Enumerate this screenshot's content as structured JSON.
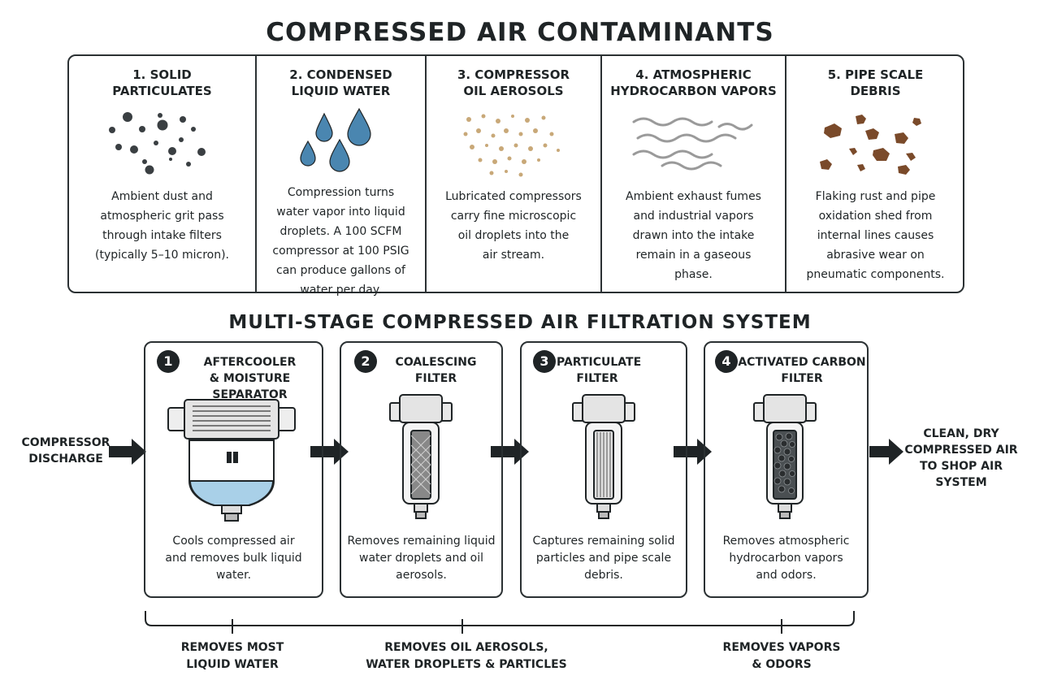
{
  "main_title": "COMPRESSED AIR CONTAMINANTS",
  "contaminants": [
    {
      "title_line1": "1. SOLID",
      "title_line2": "PARTICULATES",
      "icon": "dust-particles-icon",
      "lines": [
        "Ambient dust and",
        "atmospheric grit pass",
        "through intake filters",
        "(typically 5–10 micron)."
      ]
    },
    {
      "title_line1": "2. CONDENSED",
      "title_line2": "LIQUID WATER",
      "icon": "water-droplets-icon",
      "lines": [
        "Compression turns",
        "water vapor into liquid",
        "droplets. A 100 SCFM",
        "compressor at 100 PSIG",
        "can produce gallons of",
        "water per day."
      ]
    },
    {
      "title_line1": "3. COMPRESSOR",
      "title_line2": "OIL AEROSOLS",
      "icon": "oil-aerosol-icon",
      "lines": [
        "Lubricated compressors",
        "carry fine microscopic",
        "oil droplets into the",
        "air stream."
      ]
    },
    {
      "title_line1": "4. ATMOSPHERIC",
      "title_line2": "HYDROCARBON VAPORS",
      "icon": "vapor-waves-icon",
      "lines": [
        "Ambient exhaust fumes",
        "and industrial vapors",
        "drawn into the intake",
        "remain in a gaseous",
        "phase."
      ]
    },
    {
      "title_line1": "5. PIPE SCALE",
      "title_line2": "DEBRIS",
      "icon": "rust-flakes-icon",
      "lines": [
        "Flaking rust and pipe",
        "oxidation shed from",
        "internal lines causes",
        "abrasive wear on",
        "pneumatic components."
      ]
    }
  ],
  "system_title": "MULTI-STAGE COMPRESSED AIR FILTRATION SYSTEM",
  "input_label": {
    "line1": "COMPRESSOR",
    "line2": "DISCHARGE"
  },
  "output_label": {
    "line1": "CLEAN, DRY",
    "line2": "COMPRESSED AIR",
    "line3": "TO SHOP AIR",
    "line4": "SYSTEM"
  },
  "stages": [
    {
      "number": "1",
      "name_line1": "AFTERCOOLER",
      "name_line2": "& MOISTURE SEPARATOR",
      "icon": "aftercooler-separator-icon",
      "lines": [
        "Cools compressed air",
        "and removes bulk liquid",
        "water."
      ]
    },
    {
      "number": "2",
      "name_line1": "COALESCING",
      "name_line2": "FILTER",
      "icon": "coalescing-filter-icon",
      "lines": [
        "Removes remaining liquid",
        "water droplets and oil",
        "aerosols."
      ]
    },
    {
      "number": "3",
      "name_line1": "PARTICULATE",
      "name_line2": "FILTER",
      "icon": "particulate-filter-icon",
      "lines": [
        "Captures remaining solid",
        "particles and pipe scale",
        "debris."
      ]
    },
    {
      "number": "4",
      "name_line1": "ACTIVATED CARBON",
      "name_line2": "FILTER",
      "icon": "carbon-filter-icon",
      "lines": [
        "Removes atmospheric",
        "hydrocarbon vapors",
        "and odors."
      ]
    }
  ],
  "bottom_labels": [
    {
      "line1": "REMOVES MOST",
      "line2": "LIQUID WATER"
    },
    {
      "line1": "REMOVES OIL AEROSOLS,",
      "line2": "WATER DROPLETS & PARTICLES"
    },
    {
      "line1": "REMOVES VAPORS",
      "line2": "& ODORS"
    }
  ],
  "colors": {
    "ink": "#1f2426",
    "water": "#4a86b0",
    "oil": "#c8a878",
    "rust": "#7a4a2a",
    "vapor": "#9a9a9a",
    "sump_water": "#a9d0e8"
  }
}
